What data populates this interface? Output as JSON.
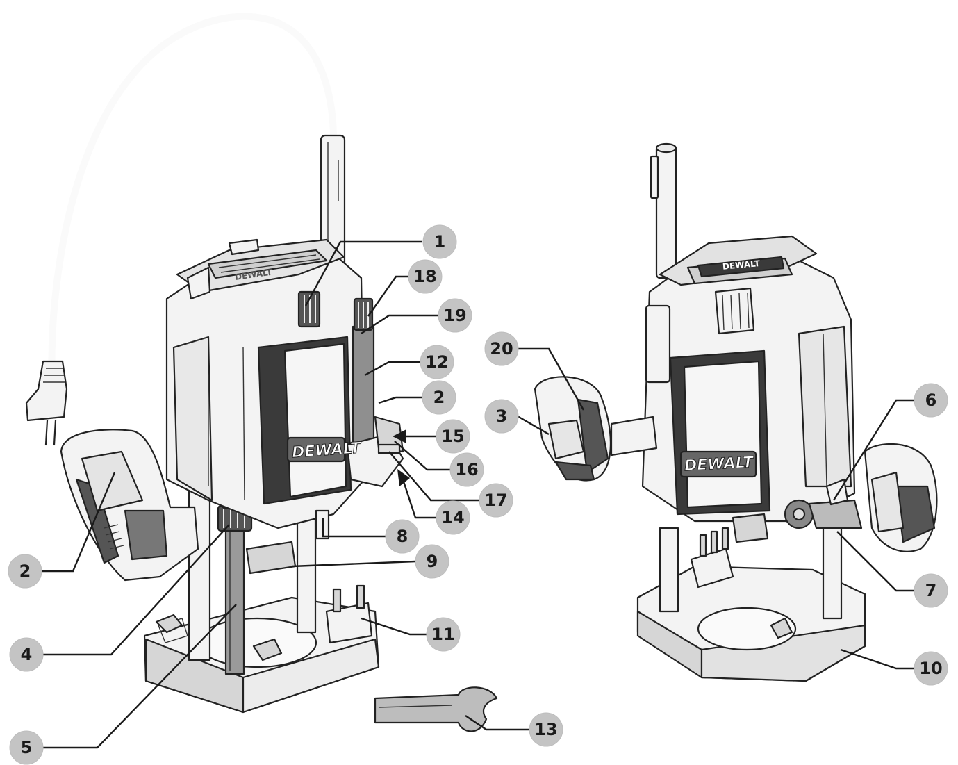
{
  "brand": {
    "logo_text": "DEWALT"
  },
  "labels": [
    {
      "id": "1",
      "text": "1"
    },
    {
      "id": "18",
      "text": "18"
    },
    {
      "id": "19",
      "text": "19"
    },
    {
      "id": "12",
      "text": "12"
    },
    {
      "id": "2a",
      "text": "2"
    },
    {
      "id": "15",
      "text": "15"
    },
    {
      "id": "16",
      "text": "16"
    },
    {
      "id": "17",
      "text": "17"
    },
    {
      "id": "14",
      "text": "14"
    },
    {
      "id": "8",
      "text": "8"
    },
    {
      "id": "9",
      "text": "9"
    },
    {
      "id": "11",
      "text": "11"
    },
    {
      "id": "2b",
      "text": "2"
    },
    {
      "id": "4",
      "text": "4"
    },
    {
      "id": "5",
      "text": "5"
    },
    {
      "id": "13",
      "text": "13"
    },
    {
      "id": "20",
      "text": "20"
    },
    {
      "id": "3",
      "text": "3"
    },
    {
      "id": "6",
      "text": "6"
    },
    {
      "id": "7",
      "text": "7"
    },
    {
      "id": "10",
      "text": "10"
    }
  ],
  "colors": {
    "badge_fill": "#c4c4c4",
    "line": "#1a1a1a",
    "grip_dark": "#555555"
  }
}
